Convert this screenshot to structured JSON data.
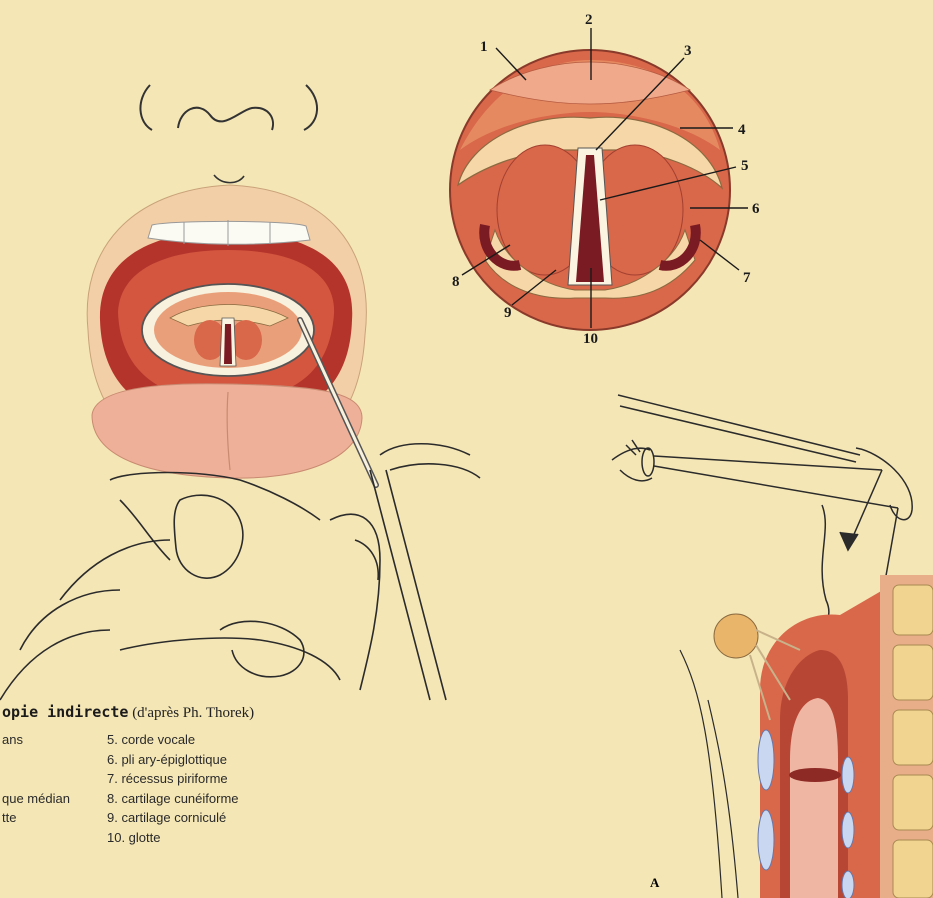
{
  "caption": {
    "title_bold": "opie indirecte",
    "title_rest": " (d'après Ph. Thorek)"
  },
  "legend_left": [
    "ans",
    "",
    "",
    "que médian",
    "tte"
  ],
  "legend_right": [
    "5. corde vocale",
    "6. pli ary-épiglottique",
    "7. récessus piriforme",
    "8. cartilage cunéiforme",
    "9. cartilage corniculé",
    "10. glotte"
  ],
  "numbers": [
    "1",
    "2",
    "3",
    "4",
    "5",
    "6",
    "7",
    "8",
    "9",
    "10"
  ],
  "figure_letter": "A",
  "colors": {
    "background": "#f4e6b5",
    "tissue": "#d9674a",
    "dark_tissue": "#8e2a25",
    "cartilage": "#f6d8a8"
  }
}
